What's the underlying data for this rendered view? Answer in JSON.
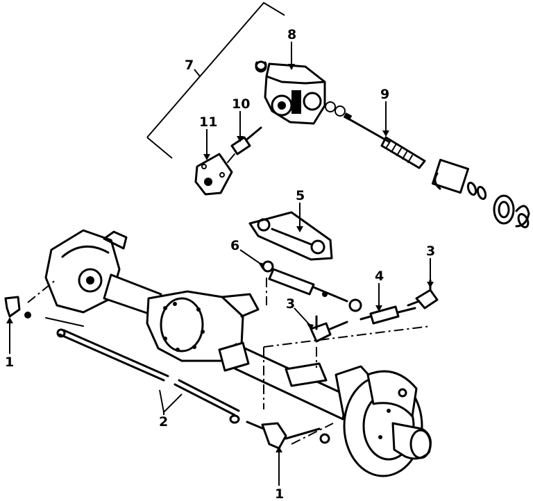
{
  "callouts": {
    "c1_left": "1",
    "c1_bottom": "1",
    "c2": "2",
    "c3_right": "3",
    "c3_center": "3",
    "c4": "4",
    "c5": "5",
    "c6": "6",
    "c7": "7",
    "c8": "8",
    "c9": "9",
    "c10": "10",
    "c11": "11"
  },
  "colors": {
    "ink": "#000000",
    "paper": "#ffffff"
  }
}
